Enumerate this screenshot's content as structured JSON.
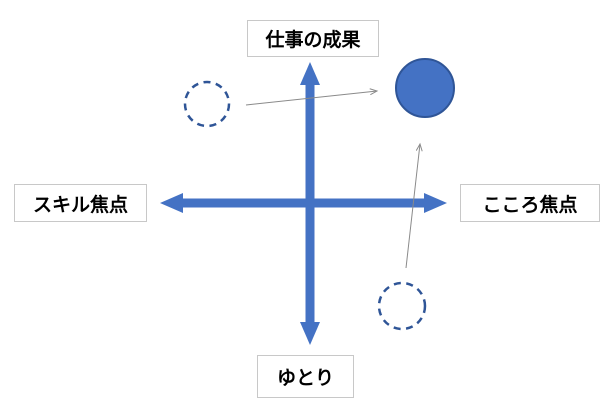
{
  "diagram": {
    "labels": {
      "top": "仕事の成果",
      "left": "スキル焦点",
      "right": "こころ焦点",
      "bottom": "ゆとり"
    },
    "colors": {
      "axis": "#4472C4",
      "solid_circle_fill": "#4472C4",
      "circle_outline": "#2F5597",
      "connector": "#8a8a8a",
      "label_box_border": "#C8C8C8",
      "text": "#000000",
      "background": "#FFFFFF"
    },
    "nodes": [
      {
        "id": "dashed-circle-upper-left",
        "style": "dashed-outline-circle",
        "quadrant": "upper-left"
      },
      {
        "id": "solid-circle-upper-right",
        "style": "solid-filled-circle",
        "quadrant": "upper-right"
      },
      {
        "id": "dashed-circle-lower-right",
        "style": "dashed-outline-circle",
        "quadrant": "lower-right"
      }
    ],
    "connectors": [
      {
        "from": "dashed-circle-upper-left",
        "to": "solid-circle-upper-right"
      },
      {
        "from": "dashed-circle-lower-right",
        "to": "solid-circle-upper-right"
      }
    ]
  }
}
